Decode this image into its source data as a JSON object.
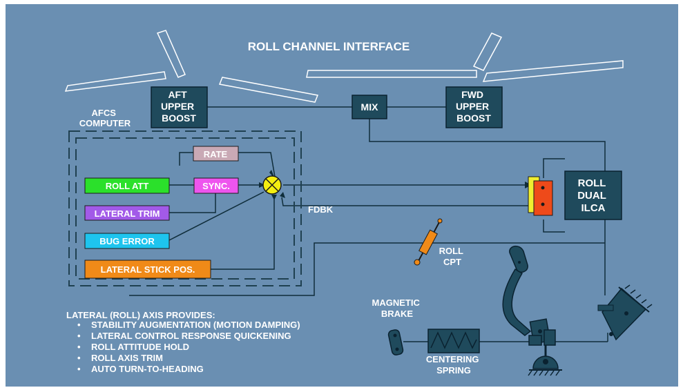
{
  "title": "ROLL CHANNEL INTERFACE",
  "components": {
    "aft_upper_boost": [
      "AFT",
      "UPPER",
      "BOOST"
    ],
    "fwd_upper_boost": [
      "FWD",
      "UPPER",
      "BOOST"
    ],
    "mix": "MIX",
    "afcs_computer": [
      "AFCS",
      "COMPUTER"
    ],
    "roll_dual_ilca": [
      "ROLL",
      "DUAL",
      "ILCA"
    ],
    "fdbk": "FDBK",
    "roll_cpt": [
      "ROLL",
      "CPT"
    ],
    "magnetic_brake": [
      "MAGNETIC",
      "BRAKE"
    ],
    "centering_spring": [
      "CENTERING",
      "SPRING"
    ]
  },
  "inputs": {
    "rate": "RATE",
    "roll_att": "ROLL ATT",
    "sync": "SYNC.",
    "lateral_trim": "LATERAL TRIM",
    "bug_error": "BUG ERROR",
    "lateral_stick_pos": "LATERAL STICK POS."
  },
  "provides": {
    "heading": "LATERAL (ROLL) AXIS PROVIDES:",
    "items": [
      "STABILITY AUGMENTATION (MOTION DAMPING)",
      "LATERAL CONTROL RESPONSE QUICKENING",
      "ROLL ATTITUDE HOLD",
      "ROLL AXIS TRIM",
      "AUTO TURN-TO-HEADING"
    ]
  },
  "colors": {
    "background": "#6a8fb2",
    "box_dark": "#1f4a5c",
    "rate": "#c9a9b5",
    "roll_att": "#2be02b",
    "sync": "#ee55ee",
    "lateral_trim": "#a25ae8",
    "bug_error": "#1ec4ee",
    "lateral_stick_pos": "#f08a18",
    "summing": "#f4ee10",
    "actuator_yellow": "#f0ee30",
    "actuator_red": "#ee4a1a"
  }
}
